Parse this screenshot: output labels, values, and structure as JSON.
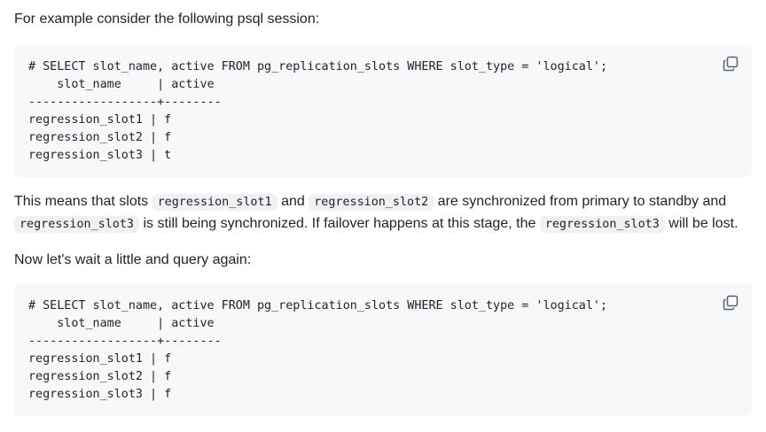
{
  "intro": {
    "text": "For example consider the following psql session:"
  },
  "block1": {
    "lines": [
      "# SELECT slot_name, active FROM pg_replication_slots WHERE slot_type = 'logical';",
      "    slot_name     | active",
      "------------------+--------",
      "regression_slot1 | f",
      "regression_slot2 | f",
      "regression_slot3 | t"
    ],
    "copy_icon": "copy-icon"
  },
  "explanation": {
    "t1": "This means that slots ",
    "c1": "regression_slot1",
    "t2": " and ",
    "c2": "regression_slot2",
    "t3": " are synchronized from primary to standby and ",
    "c3": "regression_slot3",
    "t4": " is still being synchronized. If failover happens at this stage, the ",
    "c4": "regression_slot3",
    "t5": " will be lost."
  },
  "wait": {
    "text": "Now let's wait a little and query again:"
  },
  "block2": {
    "lines": [
      "# SELECT slot_name, active FROM pg_replication_slots WHERE slot_type = 'logical';",
      "    slot_name     | active",
      "------------------+--------",
      "regression_slot1 | f",
      "regression_slot2 | f",
      "regression_slot3 | f"
    ],
    "copy_icon": "copy-icon"
  },
  "colors": {
    "code_background": "#f6f8fa",
    "text": "#1f2328",
    "icon": "#59636e"
  }
}
